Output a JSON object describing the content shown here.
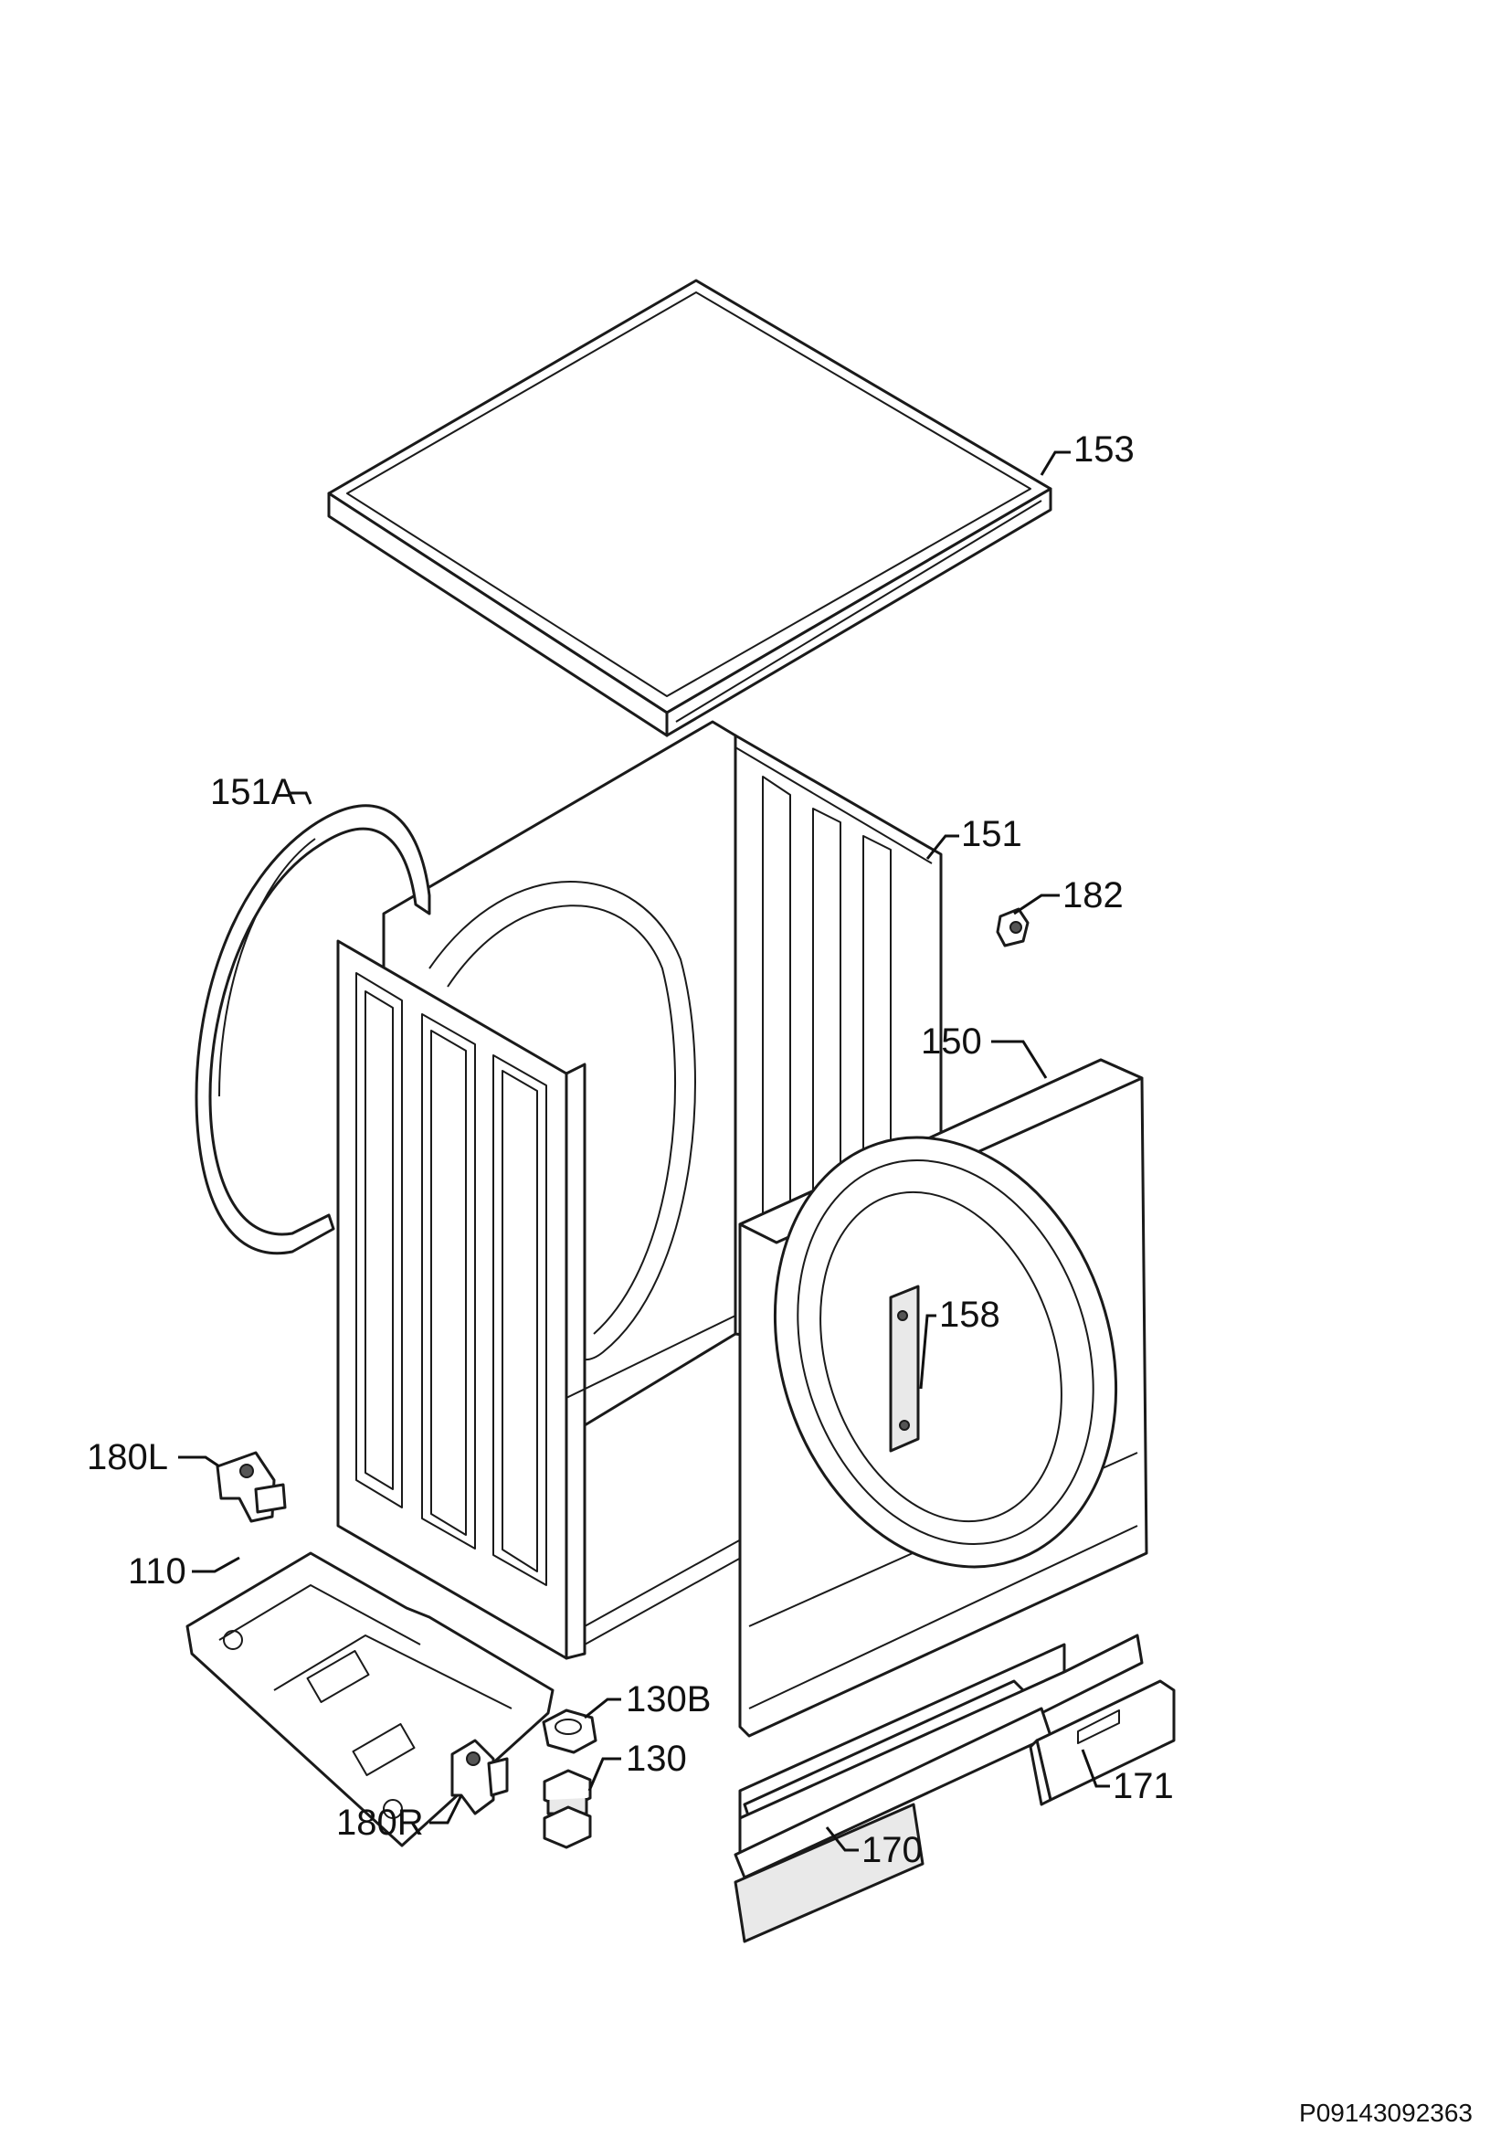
{
  "document_code": "P09143092363",
  "callouts": {
    "c153": "153",
    "c151A": "151A",
    "c151": "151",
    "c182": "182",
    "c150": "150",
    "c158": "158",
    "c180L": "180L",
    "c110": "110",
    "c130B": "130B",
    "c130": "130",
    "c180R": "180R",
    "c170": "170",
    "c171": "171"
  }
}
